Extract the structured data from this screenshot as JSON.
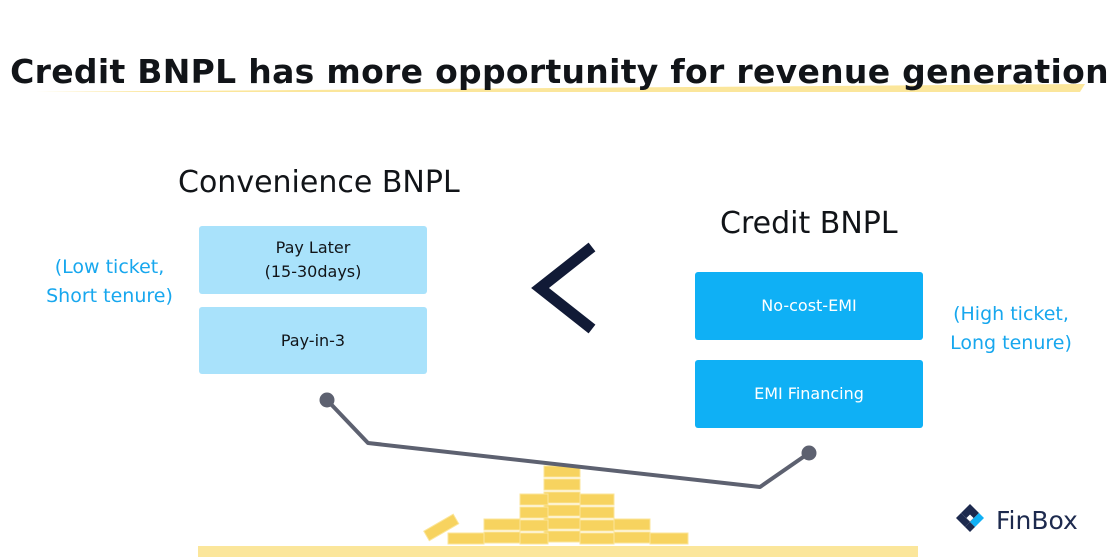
{
  "title": "Credit BNPL has more opportunity for revenue generation",
  "left_group": {
    "heading": "Convenience BNPL",
    "items": [
      {
        "line1": "Pay Later",
        "line2": "(15-30days)"
      },
      {
        "line1": "Pay-in-3",
        "line2": ""
      }
    ],
    "note_line1": "(Low ticket,",
    "note_line2": "Short tenure)"
  },
  "comparison_symbol": "less-than",
  "right_group": {
    "heading": "Credit BNPL",
    "items": [
      {
        "line1": "No-cost-EMI"
      },
      {
        "line1": "EMI Financing"
      }
    ],
    "note_line1": "(High ticket,",
    "note_line2": "Long tenure)"
  },
  "brand": {
    "name": "FinBox",
    "logo_icon": "finbox-logo-icon"
  },
  "colors": {
    "highlight_yellow": "#fbe69b",
    "light_blue_box": "#a9e2fb",
    "bright_blue_box": "#0fb0f5",
    "note_blue": "#17a7ee",
    "dark_navy": "#111a36",
    "scale_gray": "#5d6170",
    "coin_yellow": "#f7d35f"
  }
}
